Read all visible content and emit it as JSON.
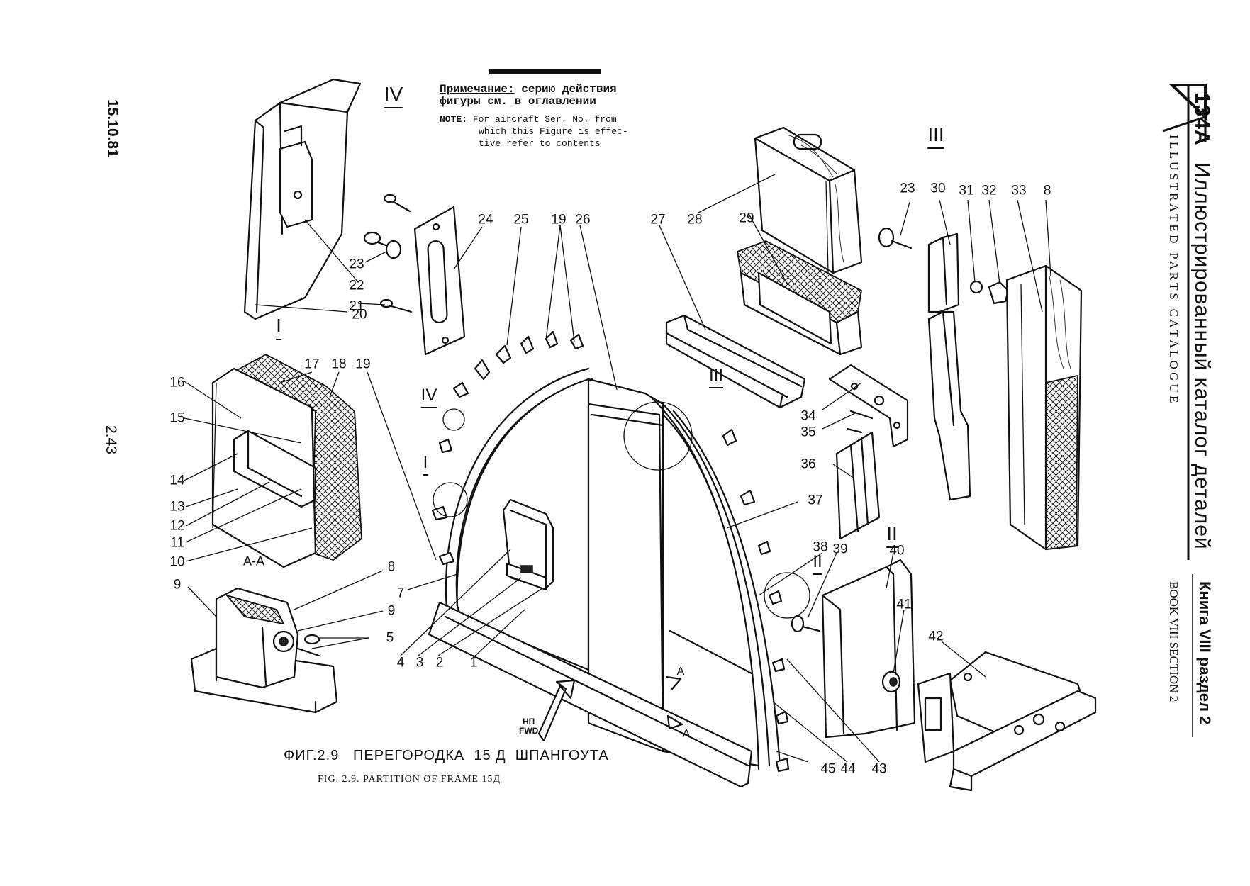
{
  "header": {
    "model": "134А",
    "title_ru": "Иллюстрированный каталог деталей",
    "title_en": "I L L U S T R A T E D   P A R T S   C A T A L O G U E",
    "book_ru": "Книга VIII раздел 2",
    "book_en": "BOOK VIII SECTION 2"
  },
  "side": {
    "date": "15.10.81",
    "page": "2.43"
  },
  "note": {
    "ru_label": "Примечание:",
    "ru_line1": "серию действия",
    "ru_line2": "фигуры см. в оглавлении",
    "en_label": "NOTE:",
    "en_line1": "For aircraft Ser. No. from",
    "en_line2": "which this Figure is effec-",
    "en_line3": "tive refer to contents"
  },
  "caption": {
    "ru": "ФИГ.2.9   ПЕРЕГОРОДКА  15 Д  ШПАНГОУТА",
    "en": "FIG. 2.9. PARTITION OF FRAME 15Д"
  },
  "direction": {
    "ru": "НП",
    "en": "FWD"
  },
  "views": {
    "iv_top": "IV",
    "i_top": "I",
    "iii_top": "III",
    "ii_right": "II",
    "aa": "А-А",
    "iv_frame": "IV",
    "i_frame": "I",
    "iii_frame": "III",
    "ii_frame": "II",
    "a_top": "А",
    "a_bottom": "А"
  },
  "callouts": {
    "c23a": "23",
    "c22": "22",
    "c21": "21",
    "c20": "20",
    "c24": "24",
    "c25": "25",
    "c19a": "19",
    "c26": "26",
    "c27": "27",
    "c28": "28",
    "c29": "29",
    "c23b": "23",
    "c30": "30",
    "c31": "31",
    "c32": "32",
    "c33": "33",
    "c8a": "8",
    "c16": "16",
    "c17": "17",
    "c18": "18",
    "c19b": "19",
    "c15": "15",
    "c14": "14",
    "c13": "13",
    "c12": "12",
    "c11": "11",
    "c10": "10",
    "c9a": "9",
    "c8b": "8",
    "c9b": "9",
    "c5": "5",
    "c7": "7",
    "c4": "4",
    "c3": "3",
    "c2": "2",
    "c1": "1",
    "c34": "34",
    "c35": "35",
    "c36": "36",
    "c37": "37",
    "c38": "38",
    "c39": "39",
    "c40": "40",
    "c41": "41",
    "c42": "42",
    "c43": "43",
    "c44": "44",
    "c45": "45"
  }
}
